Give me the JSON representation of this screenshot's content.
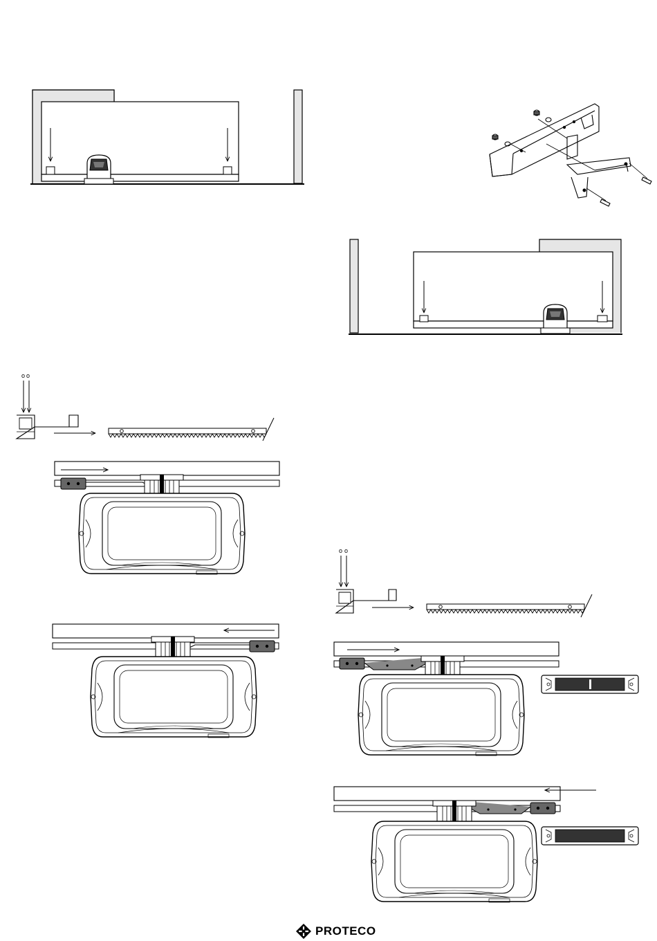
{
  "brand": {
    "name": "PROTECO",
    "logo_icon": "proteco-diamond-logo-icon"
  },
  "colors": {
    "line": "#000000",
    "wall_fill": "#e6e6e6",
    "magnet_dark": "#444444",
    "bracket_fill": "#555555"
  },
  "figures": [
    {
      "id": "gate-install-left-motor",
      "motor_side": "left"
    },
    {
      "id": "bracket-exploded-view"
    },
    {
      "id": "gate-install-right-motor",
      "motor_side": "right"
    },
    {
      "id": "limit-switch-rack-left"
    },
    {
      "id": "motor-top-view-open-right",
      "arrow_direction": "right"
    },
    {
      "id": "motor-top-view-open-left",
      "arrow_direction": "left"
    },
    {
      "id": "limit-switch-rack-right"
    },
    {
      "id": "motor-top-view-magnet-right",
      "arrow_direction": "right"
    },
    {
      "id": "motor-top-view-magnet-left",
      "arrow_direction": "left"
    }
  ]
}
